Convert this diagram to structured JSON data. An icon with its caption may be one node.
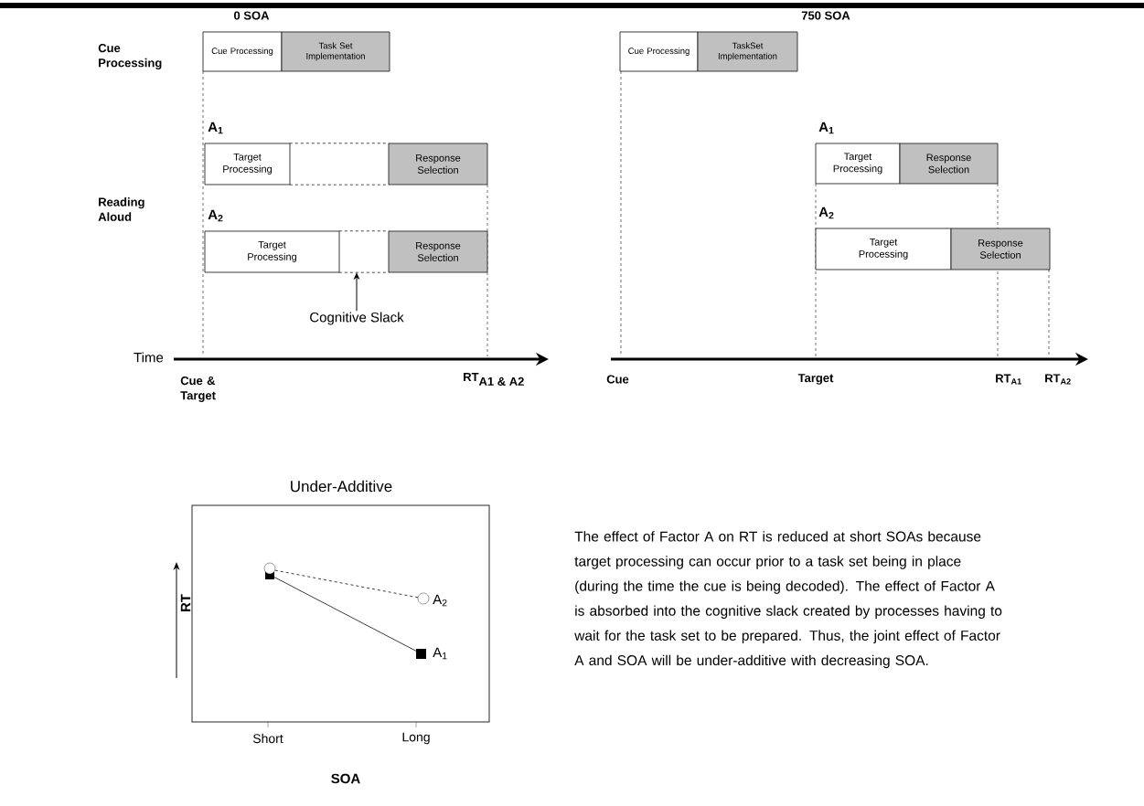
{
  "diagram": {
    "nodes": [
      {
        "text": [
          "Cue Processing"
        ]
      },
      {
        "text": [
          "Task Set Implementation"
        ]
      },
      {
        "text": [
          "Target Processing"
        ]
      },
      {
        "text": [],
        "shape": "box"
      },
      {
        "text": [
          "Response Selection"
        ]
      },
      {
        "text": [
          "Target Processing"
        ]
      },
      {
        "text": [],
        "shape": "box"
      },
      {
        "text": [
          "Response Selection"
        ]
      },
      {
        "text": [
          "Cognitive Slack"
        ]
      },
      {
        "text": [
          "Cue Processing"
        ]
      },
      {
        "text": [
          "TaskSet Implementation"
        ]
      },
      {
        "text": [
          "Target Processing"
        ]
      },
      {
        "text": [
          "Response Selection"
        ]
      },
      {
        "text": [
          "Target Processing"
        ]
      },
      {
        "text": [
          "Response Selection"
        ]
      }
    ],
    "edges": [
      {
        "from": 8,
        "to": 6,
        "arrow": "to"
      }
    ],
    "labels": [
      "0 SOA",
      "750 SOA",
      "Cue Processing",
      "Reading Aloud",
      "A$_{1}$",
      "A$_{2}$",
      "A$_{1}$",
      "A$_{2}$",
      "Time",
      "Cue & Target",
      "\\textbf{RT}_{\\textbf{A1 \\& A2}}",
      "Cue",
      "Target",
      "RT$_{A1}$",
      "RT$_{A2}$",
      "Under-Additive",
      "RT",
      "A$_{2}$",
      "A$_{1}$",
      "Short",
      "Long",
      "SOA",
      "The effect of Factor A on RT is reduced at short SOAs because target processing can occur prior to a task set being in place (during the time the cue is being decoded). The effect of Factor A is absorbed into the cognitive slack created by processes having to wait for the task set to be prepared. Thus, the joint effect of Factor A and SOA will be under-additive with decreasing SOA."
    ]
  }
}
